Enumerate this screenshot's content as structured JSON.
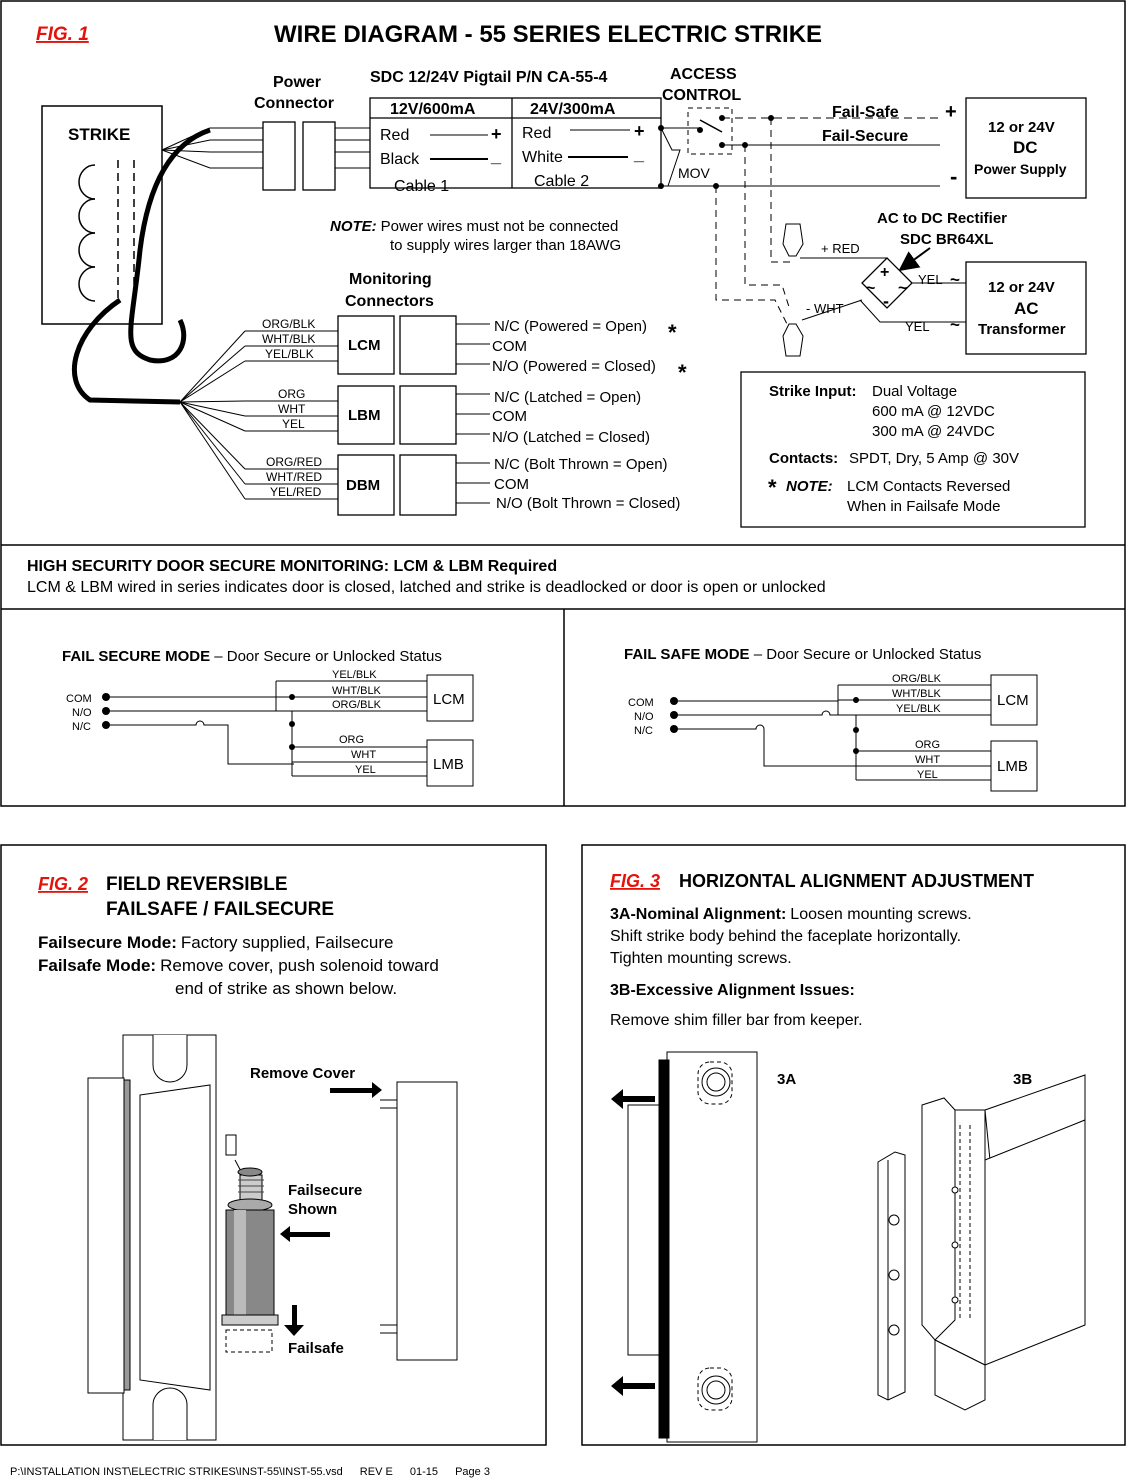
{
  "fig1": {
    "label": "FIG. 1",
    "title": "WIRE DIAGRAM - 55 SERIES ELECTRIC STRIKE",
    "strike_label": "STRIKE",
    "power_connector": [
      "Power",
      "Connector"
    ],
    "pigtail": {
      "title": "SDC 12/24V Pigtail P/N CA-55-4",
      "col1_head": "12V/600mA",
      "col2_head": "24V/300mA",
      "col1_wires": [
        "Red",
        "Black"
      ],
      "col2_wires": [
        "Red",
        "White"
      ],
      "plus": "+",
      "minus": "_",
      "cable1": "Cable 1",
      "cable2": "Cable 2"
    },
    "access_control": [
      "ACCESS",
      "CONTROL"
    ],
    "mov": "MOV",
    "fail_safe": "Fail-Safe",
    "fail_secure": "Fail-Secure",
    "dc_plus": "+",
    "dc_minus": "-",
    "dc_supply": [
      "12 or 24V",
      "DC",
      "Power Supply"
    ],
    "note_label": "NOTE:",
    "note_text": [
      "Power wires must not be connected",
      "to supply wires larger than 18AWG"
    ],
    "rectifier": [
      "AC to DC Rectifier",
      "SDC BR64XL"
    ],
    "plus_red": "+ RED",
    "minus_wht": "- WHT",
    "yel": "YEL",
    "tilde": "~",
    "ac_transformer": [
      "12 or 24V",
      "AC",
      "Transformer"
    ],
    "monitoring": [
      "Monitoring",
      "Connectors"
    ],
    "lcm": {
      "name": "LCM",
      "wires": [
        "ORG/BLK",
        "WHT/BLK",
        "YEL/BLK"
      ],
      "states": [
        "N/C (Powered = Open)",
        "COM",
        "N/O (Powered = Closed)"
      ]
    },
    "lbm": {
      "name": "LBM",
      "wires": [
        "ORG",
        "WHT",
        "YEL"
      ],
      "states": [
        "N/C (Latched = Open)",
        "COM",
        "N/O (Latched = Closed)"
      ]
    },
    "dbm": {
      "name": "DBM",
      "wires": [
        "ORG/RED",
        "WHT/RED",
        "YEL/RED"
      ],
      "states": [
        "N/C (Bolt Thrown = Open)",
        "COM",
        "N/O (Bolt Thrown = Closed)"
      ]
    },
    "asterisk": "*",
    "spec": {
      "input_label": "Strike Input:",
      "input_lines": [
        "Dual Voltage",
        "600 mA @ 12VDC",
        "300 mA @ 24VDC"
      ],
      "contacts_label": "Contacts:",
      "contacts_value": "SPDT, Dry, 5 Amp @ 30V",
      "note_label": "NOTE:",
      "note_lines": [
        "LCM Contacts Reversed",
        "When in Failsafe Mode"
      ]
    }
  },
  "security": {
    "heading": "HIGH SECURITY DOOR SECURE MONITORING: LCM & LBM Required",
    "text": "LCM & LBM wired in series indicates door is closed, latched and strike is deadlocked or door is open or unlocked"
  },
  "fail_secure_mode": {
    "title_bold": "FAIL SECURE MODE",
    "title_rest": " – Door Secure or Unlocked Status",
    "terminals": [
      "COM",
      "N/O",
      "N/C"
    ],
    "lcm_wires": [
      "YEL/BLK",
      "WHT/BLK",
      "ORG/BLK"
    ],
    "lmb_wires": [
      "ORG",
      "WHT",
      "YEL"
    ],
    "lcm": "LCM",
    "lmb": "LMB"
  },
  "fail_safe_mode": {
    "title_bold": "FAIL SAFE MODE",
    "title_rest": " – Door Secure or Unlocked Status",
    "terminals": [
      "COM",
      "N/O",
      "N/C"
    ],
    "lcm_wires": [
      "ORG/BLK",
      "WHT/BLK",
      "YEL/BLK"
    ],
    "lmb_wires": [
      "ORG",
      "WHT",
      "YEL"
    ],
    "lcm": "LCM",
    "lmb": "LMB"
  },
  "fig2": {
    "label": "FIG. 2",
    "title": [
      "FIELD REVERSIBLE",
      "FAILSAFE / FAILSECURE"
    ],
    "failsecure_label": "Failsecure Mode:",
    "failsecure_text": "Factory supplied, Failsecure",
    "failsafe_label": "Failsafe Mode:",
    "failsafe_text": [
      "Remove cover, push solenoid toward",
      "end of strike as shown below."
    ],
    "remove_cover": "Remove Cover",
    "failsecure_shown": [
      "Failsecure",
      "Shown"
    ],
    "failsafe": "Failsafe"
  },
  "fig3": {
    "label": "FIG. 3",
    "title": "HORIZONTAL ALIGNMENT ADJUSTMENT",
    "a_label": "3A-Nominal Alignment:",
    "a_text": "Loosen mounting screws.",
    "a_lines": [
      "Shift strike body behind the faceplate horizontally.",
      "Tighten mounting screws."
    ],
    "b_label": "3B-Excessive Alignment Issues:",
    "b_text": "Remove shim filler bar from keeper.",
    "tag_3a": "3A",
    "tag_3b": "3B"
  },
  "footer": {
    "path": "P:\\INSTALLATION INST\\ELECTRIC STRIKES\\INST-55\\INST-55.vsd",
    "rev": "REV E",
    "date": "01-15",
    "page": "Page 3"
  }
}
